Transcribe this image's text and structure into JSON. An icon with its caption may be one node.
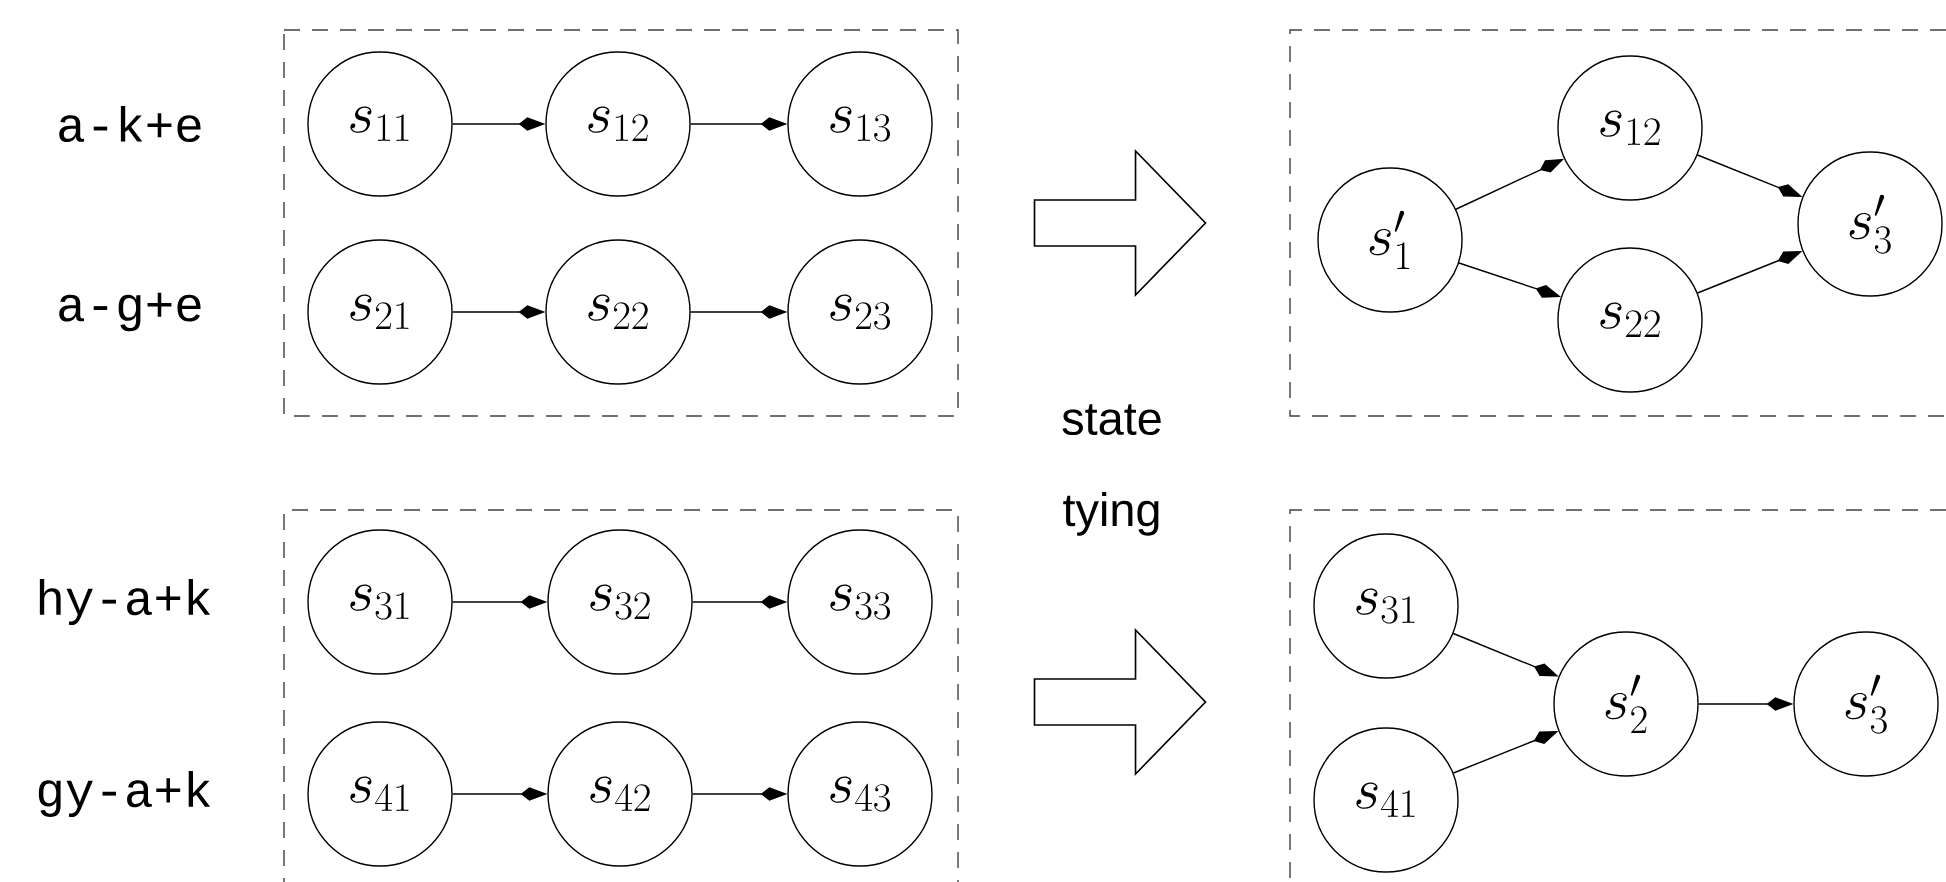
{
  "diagram": {
    "nodes": [
      {
        "text": [],
        "shape": "box"
      },
      {
        "text": [
          "s_{11}"
        ],
        "in": 0
      },
      {
        "text": [
          "s_{12}"
        ],
        "in": 0
      },
      {
        "text": [
          "s_{13}"
        ],
        "in": 0
      },
      {
        "text": [
          "s_{21}"
        ],
        "in": 0
      },
      {
        "text": [
          "s_{22}"
        ],
        "in": 0
      },
      {
        "text": [
          "s_{23}"
        ],
        "in": 0
      },
      {
        "text": [],
        "shape": "box"
      },
      {
        "text": [
          "s'_1"
        ],
        "in": 7
      },
      {
        "text": [
          "s_{12}"
        ],
        "in": 7
      },
      {
        "text": [
          "s_{22}"
        ],
        "in": 7
      },
      {
        "text": [
          "s'_3"
        ],
        "in": 7
      },
      {
        "text": [],
        "shape": "box"
      },
      {
        "text": [
          "s_{31}"
        ],
        "in": 12
      },
      {
        "text": [
          "s_{32}"
        ],
        "in": 12
      },
      {
        "text": [
          "s_{33}"
        ],
        "in": 12
      },
      {
        "text": [
          "s_{41}"
        ],
        "in": 12
      },
      {
        "text": [
          "s_{42}"
        ],
        "in": 12
      },
      {
        "text": [
          "s_{43}"
        ],
        "in": 12
      },
      {
        "text": [],
        "shape": "box"
      },
      {
        "text": [
          "s_{31}"
        ],
        "in": 19
      },
      {
        "text": [
          "s_{41}"
        ],
        "in": 19
      },
      {
        "text": [
          "s'_2"
        ],
        "in": 19
      },
      {
        "text": [
          "s'_3"
        ],
        "in": 19
      }
    ],
    "edges": [
      {
        "from": 1,
        "to": 2,
        "arrow": "to"
      },
      {
        "from": 2,
        "to": 3,
        "arrow": "to"
      },
      {
        "from": 4,
        "to": 5,
        "arrow": "to"
      },
      {
        "from": 5,
        "to": 6,
        "arrow": "to"
      },
      {
        "from": 8,
        "to": 9,
        "arrow": "to"
      },
      {
        "from": 8,
        "to": 10,
        "arrow": "to"
      },
      {
        "from": 9,
        "to": 11,
        "arrow": "to"
      },
      {
        "from": 10,
        "to": 11,
        "arrow": "to"
      },
      {
        "from": 13,
        "to": 14,
        "arrow": "to"
      },
      {
        "from": 14,
        "to": 15,
        "arrow": "to"
      },
      {
        "from": 16,
        "to": 17,
        "arrow": "to"
      },
      {
        "from": 17,
        "to": 18,
        "arrow": "to"
      },
      {
        "from": 20,
        "to": 22,
        "arrow": "to"
      },
      {
        "from": 21,
        "to": 22,
        "arrow": "to"
      },
      {
        "from": 22,
        "to": 23,
        "arrow": "to"
      },
      {
        "from": 0,
        "to": 7,
        "arrow": "to",
        "style": "thick"
      },
      {
        "from": 12,
        "to": 19,
        "arrow": "to",
        "style": "thick"
      }
    ],
    "labels": [
      "a-k+e",
      "a-g+e",
      "state tying",
      "hy-a+k",
      "gy-a+k"
    ]
  }
}
